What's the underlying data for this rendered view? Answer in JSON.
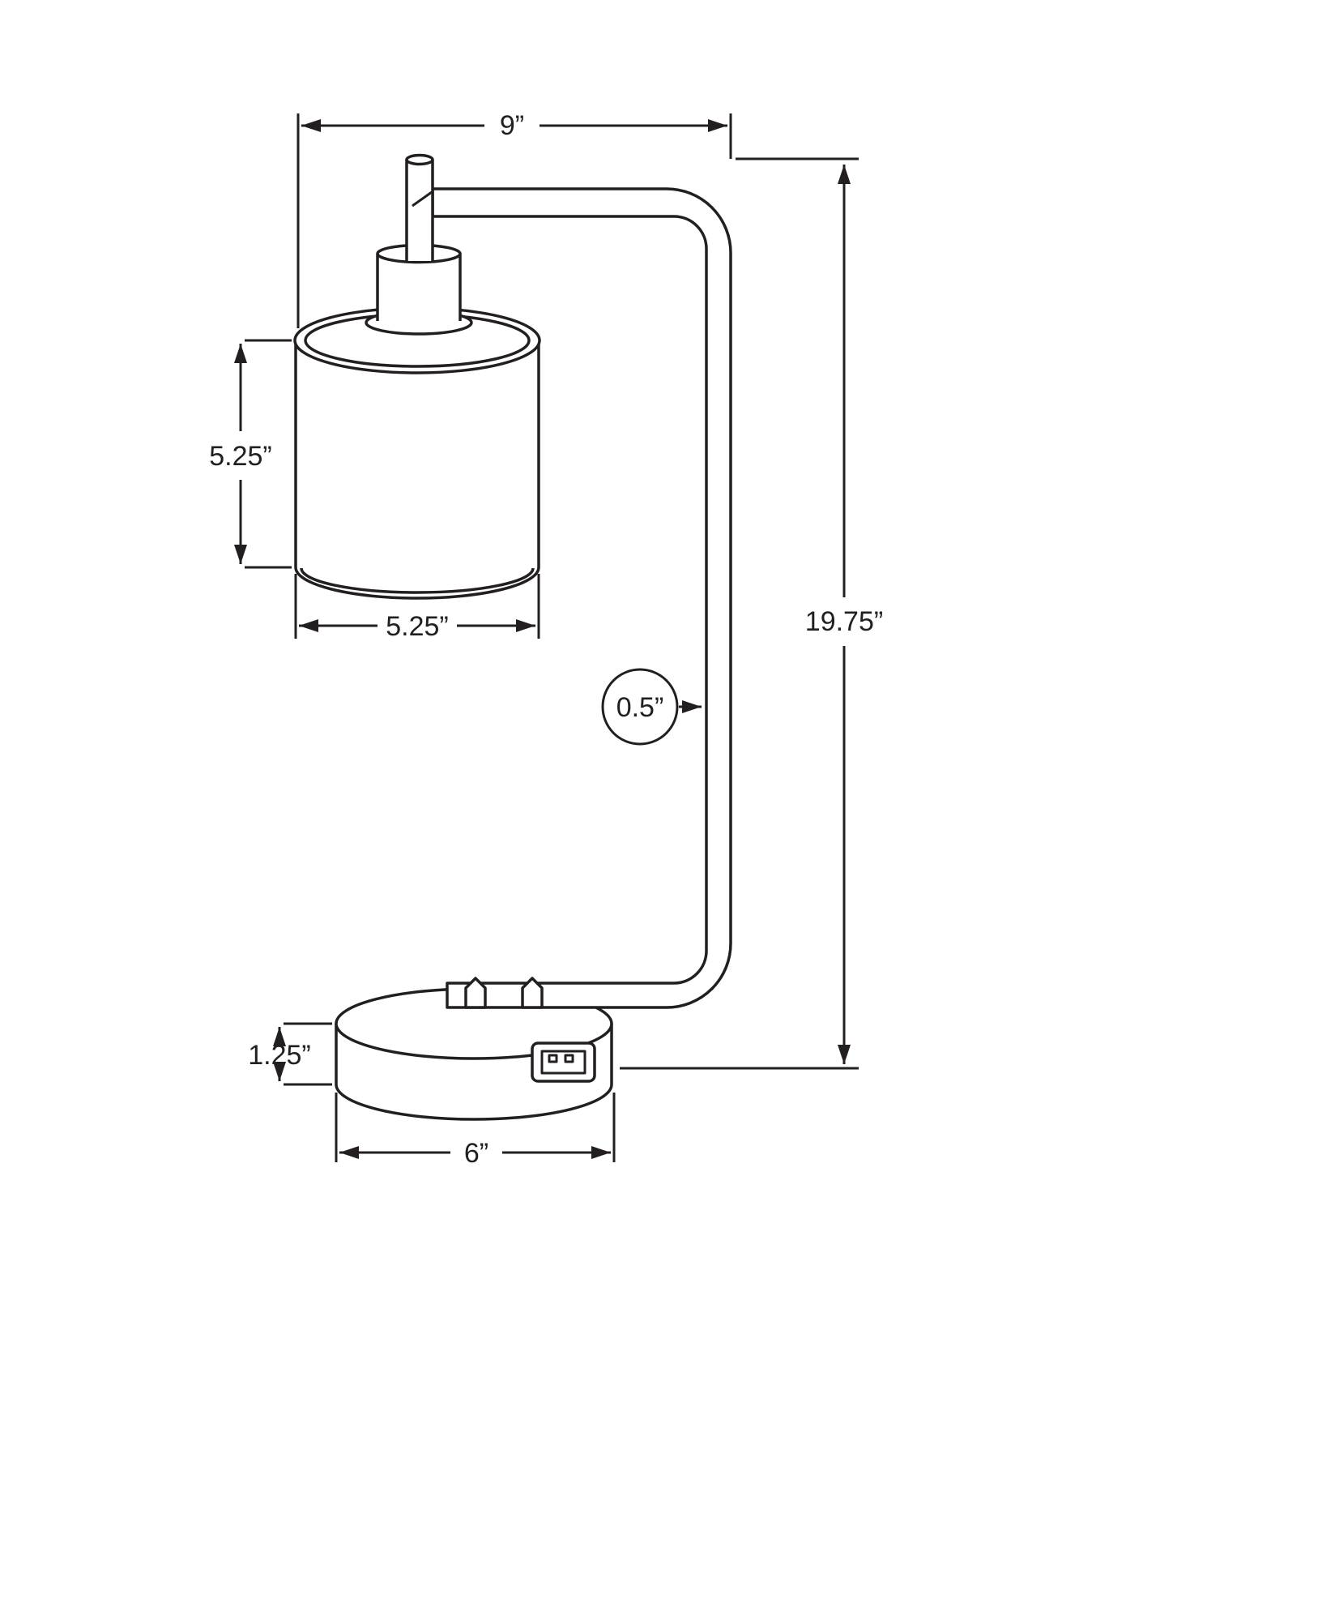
{
  "drawing": {
    "kind": "technical-dimension-drawing",
    "background": "#ffffff",
    "line_color": "#231f20",
    "labels": {
      "top_width": "9”",
      "total_height": "19.75”",
      "shade_height": "5.25”",
      "shade_width": "5.25”",
      "tube_diameter": "0.5”",
      "base_height": "1.25”",
      "base_width": "6”"
    },
    "icons": {
      "usb_port": "usb-port-icon"
    }
  }
}
